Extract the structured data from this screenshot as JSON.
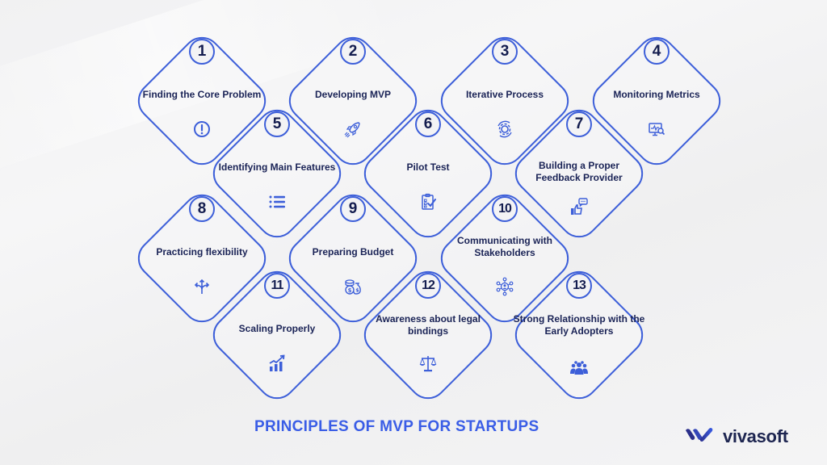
{
  "title": "PRINCIPLES OF MVP FOR STARTUPS",
  "brand": {
    "name": "vivasoft",
    "logo_icon": "vivasoft-logo-icon"
  },
  "colors": {
    "accent": "#3d5fd9",
    "title": "#3a5de6",
    "text": "#1a2356",
    "background": "#f2f2f3"
  },
  "principles": [
    {
      "number": "1",
      "label": "Finding the Core Problem",
      "icon": "exclamation-circle-icon"
    },
    {
      "number": "2",
      "label": "Developing MVP",
      "icon": "rocket-icon"
    },
    {
      "number": "3",
      "label": "Iterative Process",
      "icon": "gear-cycle-icon"
    },
    {
      "number": "4",
      "label": "Monitoring Metrics",
      "icon": "monitor-analytics-icon"
    },
    {
      "number": "5",
      "label": "Identifying Main Features",
      "icon": "list-icon"
    },
    {
      "number": "6",
      "label": "Pilot Test",
      "icon": "clipboard-check-icon"
    },
    {
      "number": "7",
      "label": "Building a Proper Feedback Provider",
      "icon": "thumbs-up-chat-icon"
    },
    {
      "number": "8",
      "label": "Practicing flexibility",
      "icon": "split-arrows-icon"
    },
    {
      "number": "9",
      "label": "Preparing Budget",
      "icon": "money-bags-icon"
    },
    {
      "number": "10",
      "label": "Communicating with Stakeholders",
      "icon": "network-user-icon"
    },
    {
      "number": "11",
      "label": "Scaling Properly",
      "icon": "growth-chart-icon"
    },
    {
      "number": "12",
      "label": "Awareness about legal bindings",
      "icon": "scales-icon"
    },
    {
      "number": "13",
      "label": "Strong Relationship with the Early Adopters",
      "icon": "group-icon"
    }
  ]
}
